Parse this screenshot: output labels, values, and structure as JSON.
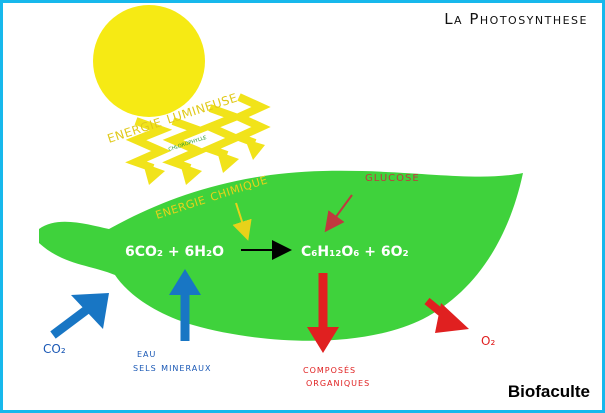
{
  "title": "La Photosynthese",
  "credit": "Biofaculte",
  "labels": {
    "energie_lumineuse": "energie lumineuse",
    "chlorophylle": "chlorophylle",
    "energie_chimique": "energie chimique",
    "glucose": "glucose",
    "co2": "CO₂",
    "eau": "eau",
    "sels_mineraux": "sels mineraux",
    "composes": "composés",
    "organiques": "organiques",
    "o2": "O₂"
  },
  "equation": {
    "reactants": "6CO₂ + 6H₂O",
    "products": "C₆H₁₂O₆ + 6O₂"
  },
  "colors": {
    "border": "#17b8ec",
    "sun": "#f6ea14",
    "leaf": "#3fd23c",
    "yellow_text": "#e0c91a",
    "glucose_red": "#c0393f",
    "arrow_blue": "#1876c4",
    "arrow_red": "#e02020",
    "text_blue": "#1a58b5"
  }
}
